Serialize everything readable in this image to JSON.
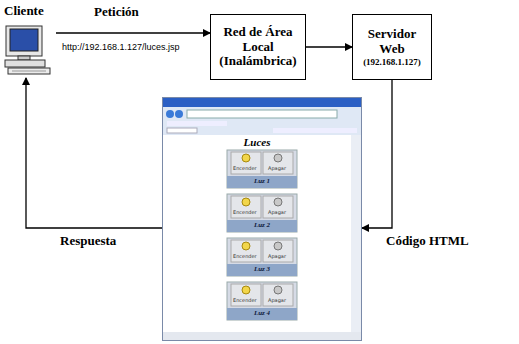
{
  "diagram": {
    "nodes": [
      {
        "text": [
          "Cliente"
        ]
      },
      {
        "text": [
          "Red de Área Local (Inalámbrica)"
        ]
      },
      {
        "text": [
          "Servidor Web",
          "(192.168.1.127)"
        ]
      },
      {
        "text": [
          "Luces"
        ]
      }
    ],
    "edges": [
      {
        "from": 0,
        "to": 1,
        "arrow": "to",
        "label": "Petición"
      },
      {
        "from": 1,
        "to": 2,
        "arrow": "to"
      },
      {
        "from": 2,
        "to": 3,
        "arrow": "to",
        "label": "Código HTML"
      },
      {
        "from": 3,
        "to": 0,
        "arrow": "to",
        "label": "Respuesta"
      }
    ],
    "labels": [
      "http://192.168.1.127/luces.jsp",
      "Encender",
      "Apagar",
      "Luz 1",
      "Encender",
      "Apagar",
      "Luz 2",
      "Encender",
      "Apagar",
      "Luz 3",
      "Encender",
      "Apagar",
      "Luz 4"
    ]
  }
}
